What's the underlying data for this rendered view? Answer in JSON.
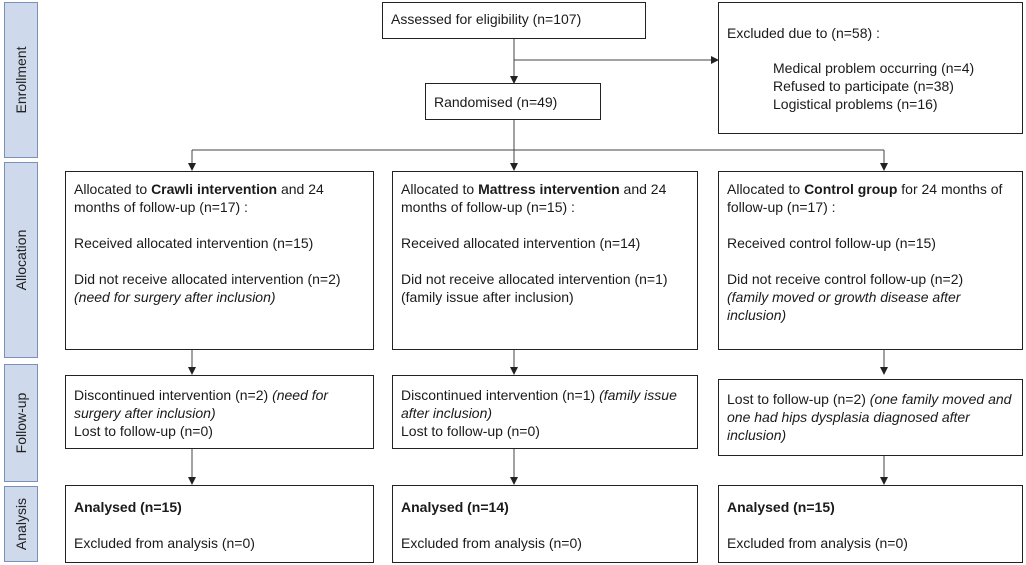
{
  "stages": {
    "enrollment": "Enrollment",
    "allocation": "Allocation",
    "followup": "Follow-up",
    "analysis": "Analysis"
  },
  "enrollment": {
    "assessed": "Assessed for eligibility (n=107)",
    "excluded_title": "Excluded due to (n=58) :",
    "excluded_reasons": [
      "Medical problem occurring (n=4)",
      "Refused to participate (n=38)",
      "Logistical problems (n=16)"
    ],
    "randomised": "Randomised (n=49)"
  },
  "arms": [
    {
      "alloc_prefix": "Allocated to ",
      "alloc_name": "Crawli intervention",
      "alloc_suffix": " and 24 months of follow-up (n=17) :",
      "received": "Received allocated intervention (n=15)",
      "not_received": "Did not receive allocated intervention (n=2)",
      "not_received_reason": "(need for surgery after inclusion)",
      "followup_text": "Discontinued intervention (n=2) ",
      "followup_italic": "(need for surgery after inclusion)",
      "followup_lost": "Lost to follow-up (n=0)",
      "analysed": "Analysed (n=15)",
      "excluded": "Excluded from analysis (n=0)"
    },
    {
      "alloc_prefix": "Allocated to ",
      "alloc_name": "Mattress intervention",
      "alloc_suffix": " and 24 months of follow-up (n=15) :",
      "received": "Received allocated intervention (n=14)",
      "not_received": "Did not receive allocated intervention (n=1)",
      "not_received_reason": "(family issue after inclusion)",
      "followup_text": "Discontinued intervention (n=1) ",
      "followup_italic": "(family issue after inclusion)",
      "followup_lost": "Lost to follow-up (n=0)",
      "analysed": "Analysed (n=14)",
      "excluded": "Excluded from analysis  (n=0)"
    },
    {
      "alloc_prefix": "Allocated to ",
      "alloc_name": "Control group",
      "alloc_suffix": " for 24 months of follow-up (n=17) :",
      "received": "Received control follow-up (n=15)",
      "not_received": "Did not receive control follow-up (n=2)",
      "not_received_reason": "(family moved or growth disease after inclusion)",
      "followup_text": "Lost to follow-up (n=2) ",
      "followup_italic": "(one family moved and one had hips dysplasia diagnosed after inclusion)",
      "followup_lost": "",
      "analysed": "Analysed (n=15)",
      "excluded": "Excluded from analysis (n=0)"
    }
  ]
}
